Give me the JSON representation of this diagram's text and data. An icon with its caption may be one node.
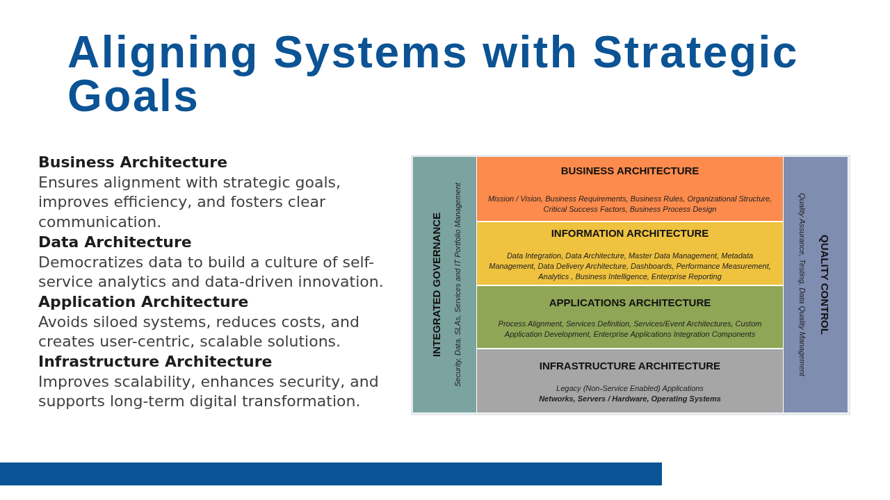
{
  "diagram": {
    "title": "Aligning Systems with Strategic Goals",
    "nodes": [
      {
        "text": [
          "INTEGRATED GOVERNANCE",
          "Security, Data, SLAs, Services and IT Portfolio Management"
        ]
      },
      {
        "text": [
          "BUSINESS ARCHITECTURE",
          "Mission / Vision, Business Requirements, Business Rules, Organizational Structure, Critical Success Factors, Business Process Design"
        ]
      },
      {
        "text": [
          "INFORMATION ARCHITECTURE",
          "Data Integration, Data Architecture, Master Data Management, Metadata Management, Data Delivery Architecture, Dashboards, Performance Measurement, Analytics , Business Intelligence, Enterprise Reporting"
        ]
      },
      {
        "text": [
          "APPLICATIONS ARCHITECTURE",
          "Process Alignment, Services Definition, Services/Event Architectures, Custom Application Development, Enterprise Applications Integration Components"
        ]
      },
      {
        "text": [
          "INFRASTRUCTURE ARCHITECTURE",
          "Legacy (Non-Service Enabled) Applications",
          "Networks, Servers / Hardware, Operating Systems"
        ]
      },
      {
        "text": [
          "QUALITY CONTROL",
          "Quality Assurance, Testing, Data Quality Management"
        ]
      }
    ],
    "labels": [
      "Business Architecture",
      "Ensures alignment with strategic goals, improves efficiency, and fosters clear communication.",
      "Data Architecture",
      "Democratizes data to build a culture of self-service analytics and data-driven innovation.",
      "Application Architecture",
      "Avoids siloed systems, reduces costs, and creates user-centric, scalable solutions.",
      "Infrastructure Architecture",
      "Improves scalability, enhances security, and supports long-term digital transformation."
    ]
  }
}
